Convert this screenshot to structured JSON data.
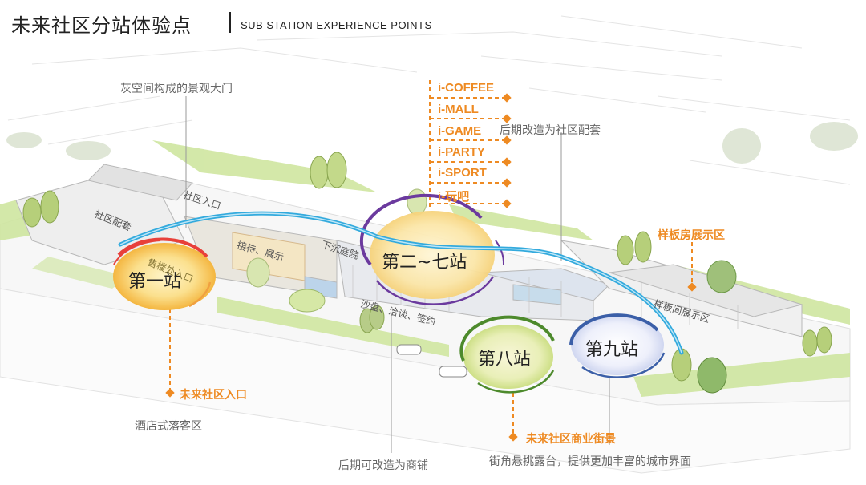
{
  "header": {
    "title": "未来社区分站体验点",
    "subtitle": "SUB STATION EXPERIENCE POINTS"
  },
  "stations": {
    "s1": "第一站",
    "s2": "第二~七站",
    "s8": "第八站",
    "s9": "第九站"
  },
  "i_features": [
    "i-COFFEE",
    "i-MALL",
    "i-GAME",
    "i-PARTY",
    "i-SPORT",
    "i-玩吧"
  ],
  "annotations": {
    "gate": "灰空间构成的景观大门",
    "later_community": "后期改造为社区配套",
    "model_house": "样板房展示区",
    "entrance": "未来社区入口",
    "hotel_dropoff": "酒店式落客区",
    "later_shops": "后期可改造为商铺",
    "commercial_street": "未来社区商业街景",
    "corner_terrace": "街角悬挑露台，提供更加丰富的城市界面"
  },
  "map_labels": {
    "community_entrance": "社区入口",
    "community_supporting": "社区配套",
    "reception": "接待、展示",
    "sunken_garden": "下沉庭院",
    "negotiation": "沙盘、洽谈、签约",
    "model_corridor": "样板间展示区",
    "sales_office": "售楼处入口"
  },
  "colors": {
    "accent_orange": "#ee8a22",
    "route_blue": "#33aadd",
    "s1_ring": "#e8403a",
    "s2_ring": "#6b3a9e",
    "s8_ring": "#4d8a2c",
    "s9_ring": "#3b5fa8",
    "green_strip": "#c8e39a"
  }
}
